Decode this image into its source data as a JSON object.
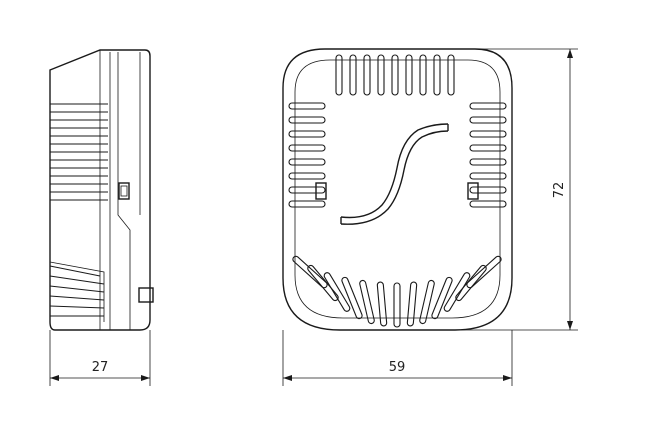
{
  "dimensions": {
    "side_depth": "27",
    "front_width": "59",
    "front_height": "72"
  },
  "colors": {
    "line": "#1a1a1a",
    "background": "#ffffff"
  }
}
